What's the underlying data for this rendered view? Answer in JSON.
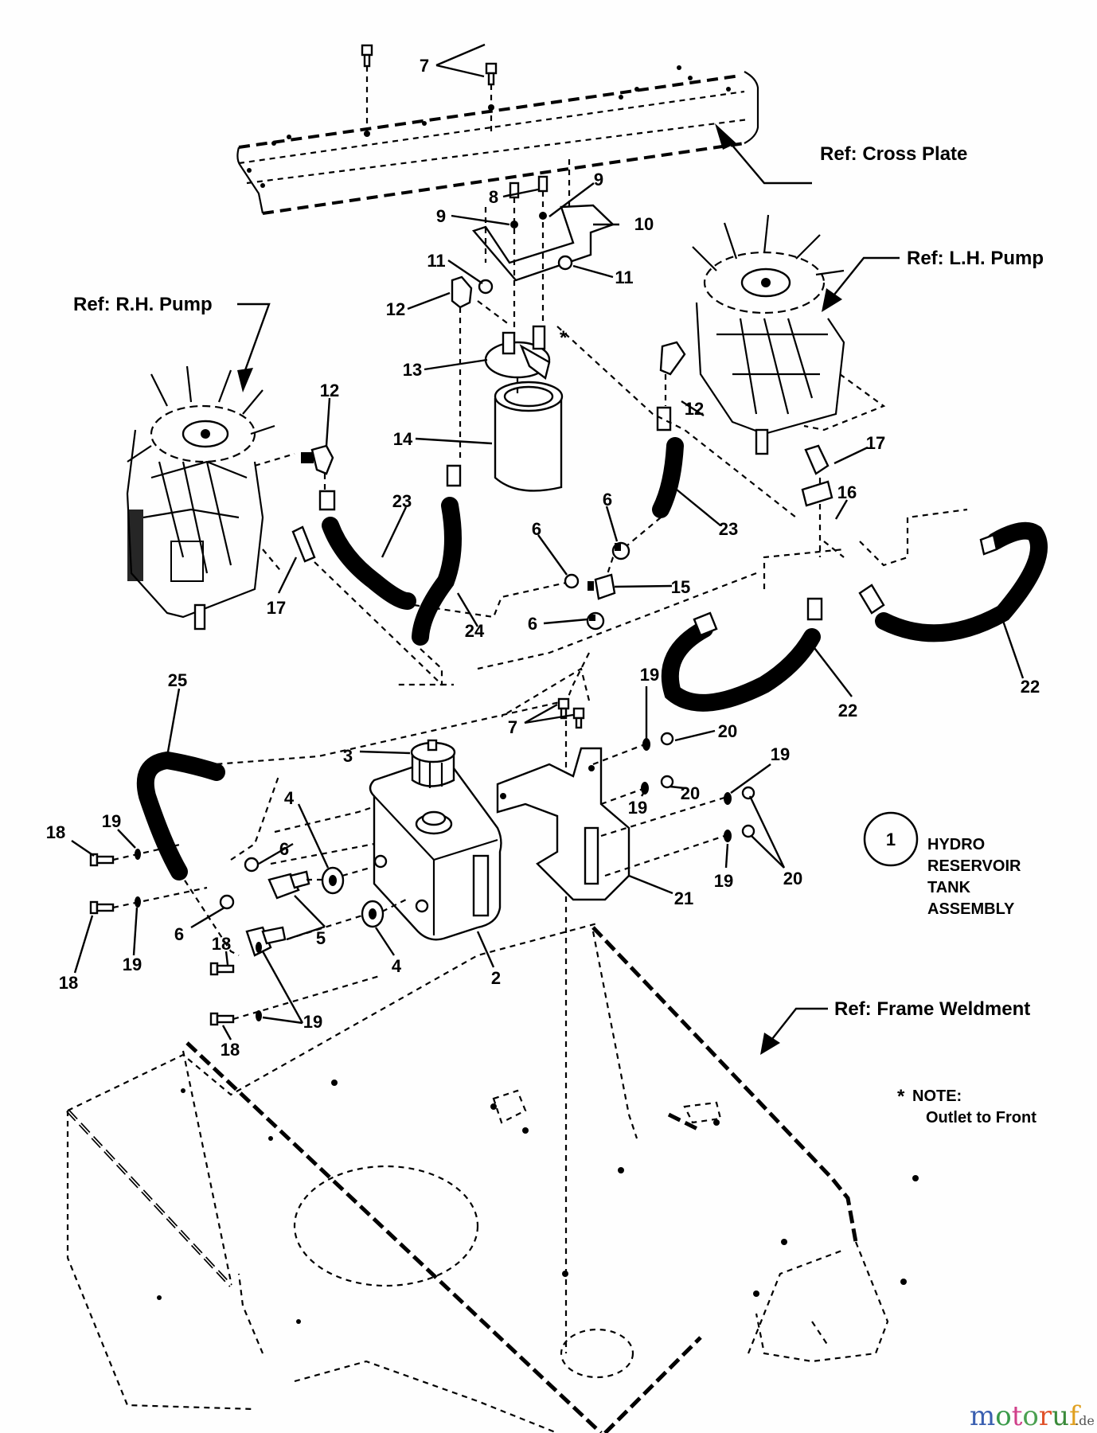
{
  "diagram": {
    "title": "Hydro Reservoir Tank Assembly",
    "references": {
      "cross_plate": "Ref: Cross Plate",
      "lh_pump": "Ref: L.H. Pump",
      "rh_pump": "Ref: R.H. Pump",
      "frame_weldment": "Ref: Frame Weldment"
    },
    "assembly": {
      "number": "1",
      "lines": [
        "HYDRO",
        "RESERVOIR",
        "TANK",
        "ASSEMBLY"
      ]
    },
    "note": {
      "asterisk": "*",
      "heading": "NOTE:",
      "text": "Outlet to Front"
    },
    "filter_head_marker": "*",
    "callouts": [
      {
        "id": "c7a",
        "label": "7"
      },
      {
        "id": "c8",
        "label": "8"
      },
      {
        "id": "c9a",
        "label": "9"
      },
      {
        "id": "c9b",
        "label": "9"
      },
      {
        "id": "c10",
        "label": "10"
      },
      {
        "id": "c11a",
        "label": "11"
      },
      {
        "id": "c11b",
        "label": "11"
      },
      {
        "id": "c12a",
        "label": "12"
      },
      {
        "id": "c12b",
        "label": "12"
      },
      {
        "id": "c12c",
        "label": "12"
      },
      {
        "id": "c13",
        "label": "13"
      },
      {
        "id": "c14",
        "label": "14"
      },
      {
        "id": "c17a",
        "label": "17"
      },
      {
        "id": "c17b",
        "label": "17"
      },
      {
        "id": "c23a",
        "label": "23"
      },
      {
        "id": "c23b",
        "label": "23"
      },
      {
        "id": "c24",
        "label": "24"
      },
      {
        "id": "c6a",
        "label": "6"
      },
      {
        "id": "c6b",
        "label": "6"
      },
      {
        "id": "c6c",
        "label": "6"
      },
      {
        "id": "c15",
        "label": "15"
      },
      {
        "id": "c16",
        "label": "16"
      },
      {
        "id": "c22a",
        "label": "22"
      },
      {
        "id": "c22b",
        "label": "22"
      },
      {
        "id": "c25",
        "label": "25"
      },
      {
        "id": "c7b",
        "label": "7"
      },
      {
        "id": "c19a",
        "label": "19"
      },
      {
        "id": "c20a",
        "label": "20"
      },
      {
        "id": "c3",
        "label": "3"
      },
      {
        "id": "c4a",
        "label": "4"
      },
      {
        "id": "c20b",
        "label": "20"
      },
      {
        "id": "c19b",
        "label": "19"
      },
      {
        "id": "c19c",
        "label": "19"
      },
      {
        "id": "c20c",
        "label": "20"
      },
      {
        "id": "c19d",
        "label": "19"
      },
      {
        "id": "c6d",
        "label": "6"
      },
      {
        "id": "c6e",
        "label": "6"
      },
      {
        "id": "c18a",
        "label": "18"
      },
      {
        "id": "c19e",
        "label": "19"
      },
      {
        "id": "c18b",
        "label": "18"
      },
      {
        "id": "c19f",
        "label": "19"
      },
      {
        "id": "c5",
        "label": "5"
      },
      {
        "id": "c4b",
        "label": "4"
      },
      {
        "id": "c2",
        "label": "2"
      },
      {
        "id": "c21",
        "label": "21"
      },
      {
        "id": "c18c",
        "label": "18"
      },
      {
        "id": "c18d",
        "label": "18"
      },
      {
        "id": "c19g",
        "label": "19"
      }
    ],
    "watermark": {
      "letters": [
        {
          "ch": "m",
          "color": "#3a5fb0"
        },
        {
          "ch": "o",
          "color": "#3a9a4a"
        },
        {
          "ch": "t",
          "color": "#d0408a"
        },
        {
          "ch": "o",
          "color": "#4aa050"
        },
        {
          "ch": "r",
          "color": "#e0522a"
        },
        {
          "ch": "u",
          "color": "#3a8a3a"
        },
        {
          "ch": "f",
          "color": "#e0a020"
        }
      ],
      "suffix": ".de"
    }
  }
}
